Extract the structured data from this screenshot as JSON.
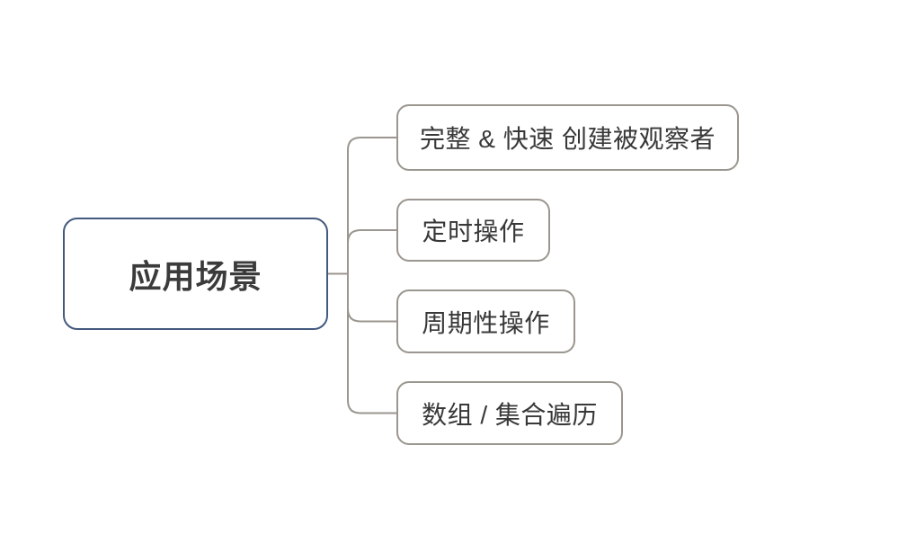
{
  "diagram": {
    "root": {
      "label": "应用场景"
    },
    "children": [
      {
        "label": "完整 & 快速 创建被观察者"
      },
      {
        "label": "定时操作"
      },
      {
        "label": "周期性操作"
      },
      {
        "label": "数组 / 集合遍历"
      }
    ]
  },
  "colors": {
    "background": "#ffffff",
    "root_border": "#44597e",
    "child_border": "#9b968f",
    "connector": "#9b968f",
    "root_text": "#3b3b3b",
    "child_text": "#383838"
  }
}
